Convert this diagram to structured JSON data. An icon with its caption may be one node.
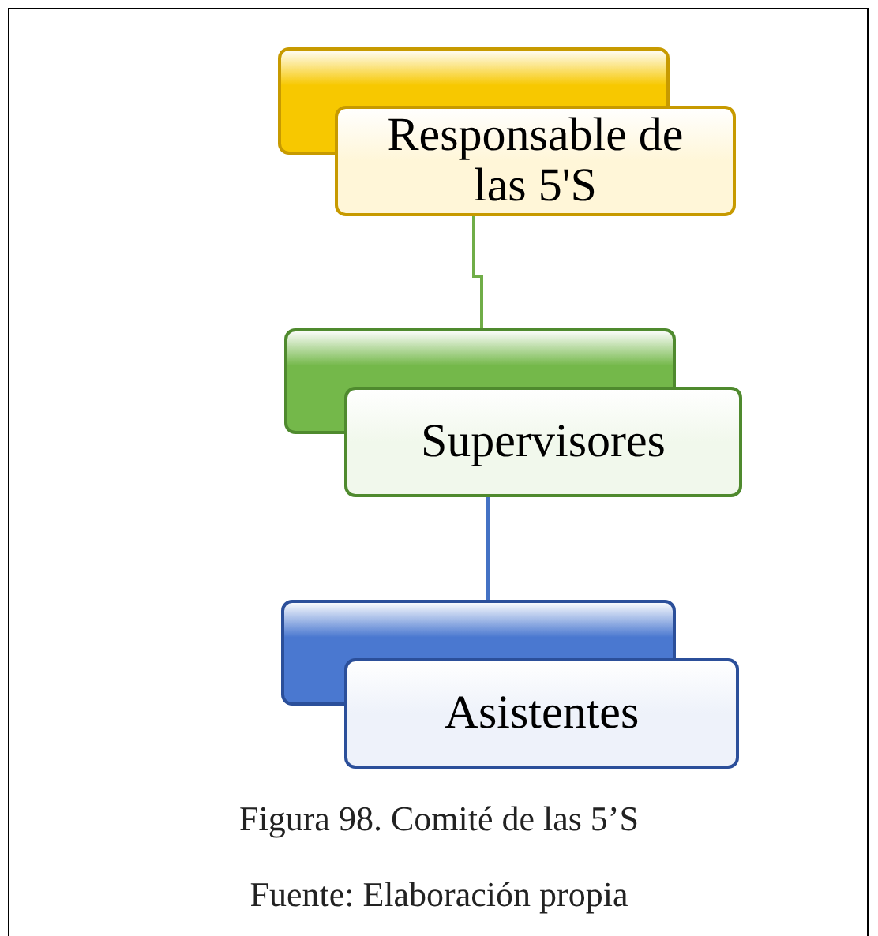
{
  "diagram": {
    "caption": "Figura 98. Comité de las 5’S",
    "nodes": [
      {
        "text": [
          "Responsable de las 5'S"
        ]
      },
      {
        "text": [
          "Supervisores"
        ]
      },
      {
        "text": [
          "Asistentes"
        ]
      }
    ],
    "edges": [
      {
        "from": 0,
        "to": 1,
        "arrow": "none",
        "color": "#70ad47"
      },
      {
        "from": 1,
        "to": 2,
        "arrow": "none",
        "color": "#4472c4"
      }
    ],
    "labels": [
      "Fuente: Elaboración propia"
    ]
  }
}
